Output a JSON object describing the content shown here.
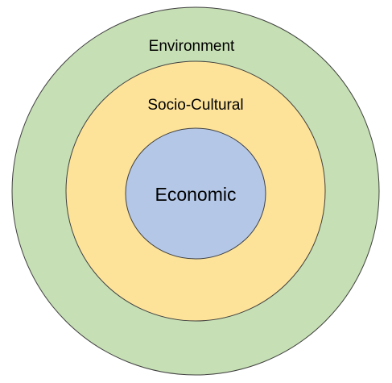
{
  "diagram": {
    "type": "concentric-circles",
    "rings": [
      {
        "label": "Environment",
        "fill": "#c6dfb4",
        "level": "outer"
      },
      {
        "label": "Socio-Cultural",
        "fill": "#fde39a",
        "level": "middle"
      },
      {
        "label": "Economic",
        "fill": "#b4c7e7",
        "level": "inner"
      }
    ],
    "stroke": "#404040"
  }
}
